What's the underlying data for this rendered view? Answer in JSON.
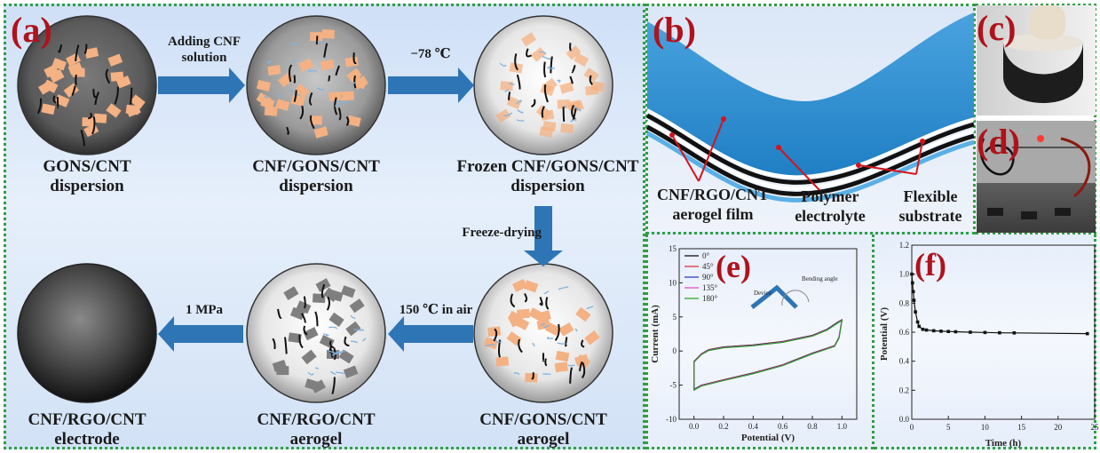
{
  "panel_labels": {
    "a": "(a)",
    "b": "(b)",
    "c": "(c)",
    "d": "(d)",
    "e": "(e)",
    "f": "(f)"
  },
  "panel_a": {
    "stage1": {
      "line1": "GONS/CNT",
      "line2": "dispersion"
    },
    "stage2": {
      "line1": "CNF/GONS/CNT",
      "line2": "dispersion"
    },
    "stage3": {
      "line1": "Frozen CNF/GONS/CNT",
      "line2": "dispersion"
    },
    "stage4": {
      "line1": "CNF/GONS/CNT",
      "line2": "aerogel"
    },
    "stage5": {
      "line1": "CNF/RGO/CNT",
      "line2": "aerogel"
    },
    "stage6": {
      "line1": "CNF/RGO/CNT",
      "line2": "electrode"
    },
    "step1": {
      "line1": "Adding CNF",
      "line2": "solution"
    },
    "step2": "−78 ℃",
    "step3": "Freeze-drying",
    "step4": "150 ℃ in air",
    "step5": "1 MPa"
  },
  "panel_b": {
    "film": {
      "line1": "CNF/RGO/CNT",
      "line2": "aerogel film"
    },
    "electrolyte": {
      "line1": "Polymer",
      "line2": "electrolyte"
    },
    "substrate": {
      "line1": "Flexible",
      "line2": "substrate"
    }
  },
  "colors": {
    "arrow": "#2e75b6",
    "label_red": "#b0121b",
    "border": "#2f9e44",
    "platelet": "#f4b183",
    "rgo": "#7f7f7f"
  },
  "chart_data": [
    {
      "type": "line",
      "panel": "e",
      "xlabel": "Potential (V)",
      "ylabel": "Current (mA)",
      "xlim": [
        -0.1,
        1.1
      ],
      "ylim": [
        -10,
        15
      ],
      "xticks": [
        "0.0",
        "0.2",
        "0.4",
        "0.6",
        "0.8",
        "1.0"
      ],
      "yticks": [
        "-10",
        "-5",
        "0",
        "5",
        "10",
        "15"
      ],
      "series": [
        {
          "name": "0°",
          "color": "#000000"
        },
        {
          "name": "45°",
          "color": "#e02020"
        },
        {
          "name": "90°",
          "color": "#2030c0"
        },
        {
          "name": "135°",
          "color": "#e040c0"
        },
        {
          "name": "180°",
          "color": "#20a020"
        }
      ],
      "cv_upper": [
        [
          0,
          -1.5
        ],
        [
          0.05,
          -0.4
        ],
        [
          0.1,
          0.2
        ],
        [
          0.2,
          0.6
        ],
        [
          0.4,
          0.9
        ],
        [
          0.6,
          1.4
        ],
        [
          0.8,
          2.3
        ],
        [
          0.9,
          3.2
        ],
        [
          0.97,
          4.2
        ],
        [
          1.0,
          4.6
        ]
      ],
      "cv_lower": [
        [
          1.0,
          4.6
        ],
        [
          0.98,
          2.0
        ],
        [
          0.95,
          0.8
        ],
        [
          0.8,
          -0.3
        ],
        [
          0.6,
          -2.0
        ],
        [
          0.4,
          -3.2
        ],
        [
          0.2,
          -4.2
        ],
        [
          0.05,
          -5.0
        ],
        [
          0,
          -5.6
        ]
      ],
      "inset": {
        "device": "Device",
        "bending": "Bending angle"
      }
    },
    {
      "type": "line",
      "panel": "f",
      "xlabel": "Time (h)",
      "ylabel": "Potential (V)",
      "xlim": [
        0,
        25
      ],
      "ylim": [
        0,
        1.2
      ],
      "xticks": [
        "0",
        "5",
        "10",
        "15",
        "20",
        "25"
      ],
      "yticks": [
        "0.0",
        "0.2",
        "0.4",
        "0.6",
        "0.8",
        "1.0",
        "1.2"
      ],
      "series": [
        {
          "name": "",
          "x": [
            0,
            0.1,
            0.2,
            0.3,
            0.5,
            0.8,
            1,
            1.5,
            2,
            3,
            4,
            5,
            6,
            8,
            10,
            12,
            14,
            24
          ],
          "y": [
            1.0,
            0.94,
            0.88,
            0.82,
            0.74,
            0.67,
            0.64,
            0.62,
            0.615,
            0.61,
            0.607,
            0.605,
            0.603,
            0.6,
            0.598,
            0.596,
            0.595,
            0.59
          ]
        }
      ]
    }
  ]
}
